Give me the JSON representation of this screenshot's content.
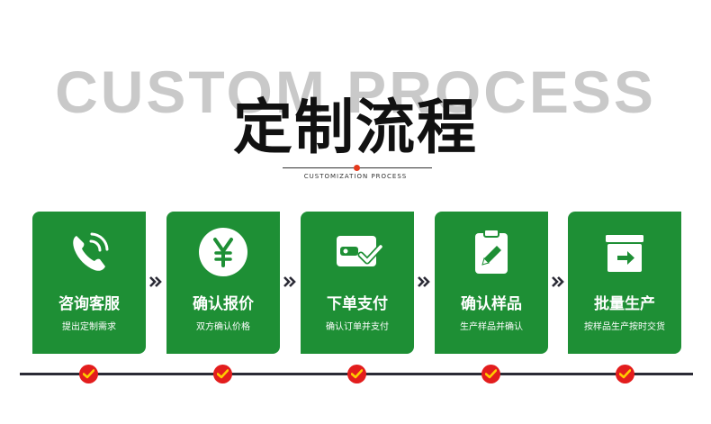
{
  "header": {
    "background_word": "CUSTOM PROCESS",
    "title": "定制流程",
    "subtitle": "CUSTOMIZATION PROCESS"
  },
  "colors": {
    "card_green": "#1e8f35",
    "accent_red": "#e53a1c",
    "check_yellow": "#ffcc00",
    "timeline_dark": "#2b2b36"
  },
  "steps": [
    {
      "label": "咨询客服",
      "desc": "提出定制需求",
      "icon": "phone-icon"
    },
    {
      "label": "确认报价",
      "desc": "双方确认价格",
      "icon": "yen-icon"
    },
    {
      "label": "下单支付",
      "desc": "确认订单并支付",
      "icon": "wallet-check-icon"
    },
    {
      "label": "确认样品",
      "desc": "生产样品并确认",
      "icon": "clipboard-pen-icon"
    },
    {
      "label": "批量生产",
      "desc": "按样品生产按时交货",
      "icon": "box-arrow-icon"
    }
  ]
}
